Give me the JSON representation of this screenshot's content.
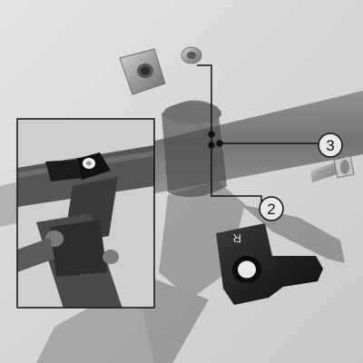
{
  "callouts": [
    {
      "number": "2",
      "part": "adapter-clamp"
    },
    {
      "number": "3",
      "part": "bolt"
    }
  ],
  "clamp_marking": "R",
  "colors": {
    "background": "#d6d6d6",
    "bar": "#7a7a7a",
    "clamp": "#1a1a1a",
    "leader_line": "#111111",
    "hardware": "#9a9a9a"
  },
  "icons": [
    "square-nut-icon",
    "washer-icon",
    "bolt-icon",
    "adapter-clamp-icon",
    "brake-lever-icon"
  ]
}
